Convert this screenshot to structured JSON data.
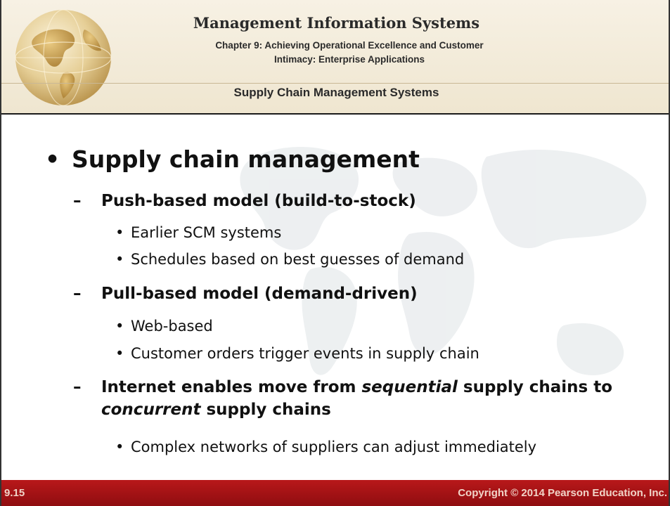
{
  "header": {
    "book_title": "Management Information Systems",
    "chapter_line1": "Chapter 9: Achieving Operational Excellence and Customer",
    "chapter_line2": "Intimacy: Enterprise Applications",
    "section_title": "Supply Chain Management Systems"
  },
  "content": {
    "main_bullet": "Supply chain management",
    "push_model": {
      "label": "Push-based model (build-to-stock)",
      "items": [
        "Earlier SCM systems",
        "Schedules based on best guesses of demand"
      ]
    },
    "pull_model": {
      "label": "Pull-based model (demand-driven)",
      "items": [
        "Web-based",
        "Customer orders trigger events in supply chain"
      ]
    },
    "internet": {
      "part1": "Internet enables move from ",
      "emphasis1": "sequential",
      "part2": " supply chains to ",
      "emphasis2": "concurrent",
      "part3": " supply chains",
      "items": [
        "Complex networks of suppliers can adjust immediately"
      ]
    }
  },
  "footer": {
    "slide_number": "9.15",
    "copyright": "Copyright © 2014 Pearson Education, Inc."
  },
  "colors": {
    "footer_bar": "#a51215",
    "header_bg": "#f3ecdb",
    "globe": "#c9a35a"
  }
}
